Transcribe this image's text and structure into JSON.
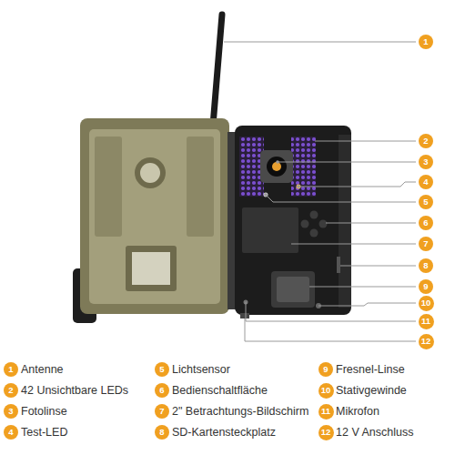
{
  "diagram": {
    "nodes": [
      {
        "text": [
          "1"
        ]
      },
      {
        "text": [
          "2"
        ]
      },
      {
        "text": [
          "3"
        ]
      },
      {
        "text": [
          "4"
        ]
      },
      {
        "text": [
          "5"
        ]
      },
      {
        "text": [
          "6"
        ]
      },
      {
        "text": [
          "7"
        ]
      },
      {
        "text": [
          "8"
        ]
      },
      {
        "text": [
          "9"
        ]
      },
      {
        "text": [
          "10"
        ]
      },
      {
        "text": [
          "11"
        ]
      },
      {
        "text": [
          "12"
        ]
      },
      {
        "text": [
          "1"
        ]
      },
      {
        "text": [
          "2"
        ]
      },
      {
        "text": [
          "3"
        ]
      },
      {
        "text": [
          "4"
        ]
      },
      {
        "text": [
          "5"
        ]
      },
      {
        "text": [
          "6"
        ]
      },
      {
        "text": [
          "7"
        ]
      },
      {
        "text": [
          "8"
        ]
      },
      {
        "text": [
          "9"
        ]
      },
      {
        "text": [
          "10"
        ]
      },
      {
        "text": [
          "11"
        ]
      },
      {
        "text": [
          "12"
        ]
      }
    ],
    "labels": [
      "Antenne",
      "42 Unsichtbare LEDs",
      "Fotolinse",
      "Test-LED",
      "Lichtsensor",
      "Bedienschaltfläche",
      "2\" Betrachtungs-Bildschirm",
      "SD-Kartensteckplatz",
      "Fresnel-Linse",
      "Stativgewinde",
      "Mikrofon",
      "12 V Anschluss"
    ]
  }
}
